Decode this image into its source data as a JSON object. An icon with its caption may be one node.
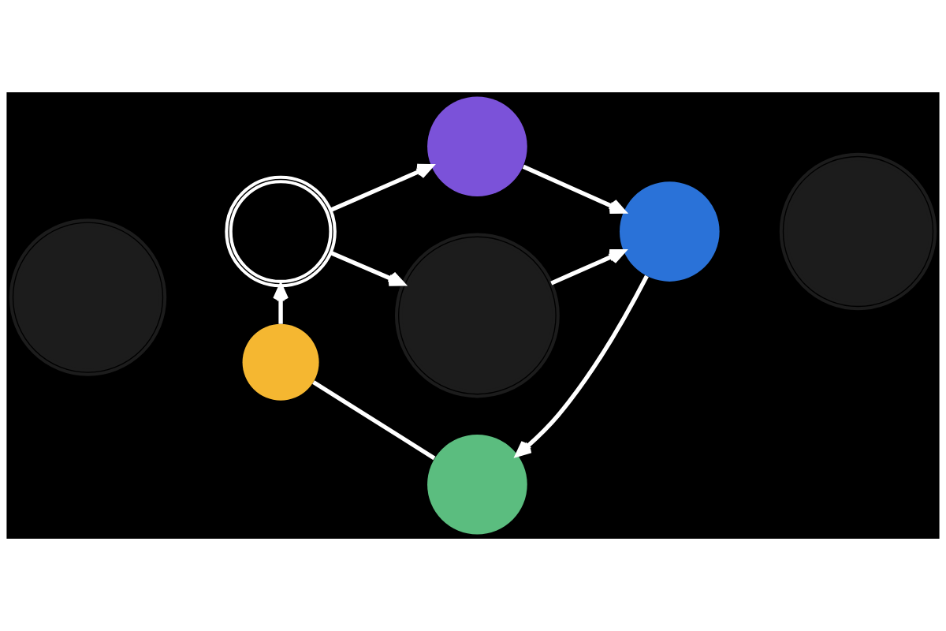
{
  "diagram": {
    "nodes": [
      {
        "text": [],
        "shape": "circle"
      },
      {
        "text": [],
        "shape": "picture"
      },
      {
        "text": [],
        "shape": "picture"
      },
      {
        "text": [],
        "shape": "picture"
      },
      {
        "text": [],
        "shape": "circle"
      },
      {
        "text": [],
        "shape": "picture"
      },
      {
        "text": [],
        "shape": "circle"
      },
      {
        "text": [],
        "shape": "circle"
      }
    ],
    "edges": [
      {
        "from": 2,
        "to": 0,
        "arrow": "to"
      },
      {
        "from": 0,
        "to": 4,
        "arrow": "to"
      },
      {
        "from": 4,
        "to": 7,
        "arrow": "to"
      },
      {
        "from": 7,
        "to": 6,
        "arrow": "none"
      },
      {
        "from": 6,
        "to": 2,
        "arrow": "to"
      },
      {
        "from": 2,
        "to": 3,
        "arrow": "to"
      },
      {
        "from": 3,
        "to": 4,
        "arrow": "to"
      }
    ]
  }
}
